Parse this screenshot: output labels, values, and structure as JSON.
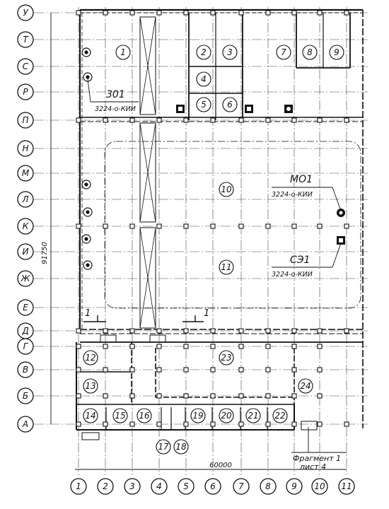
{
  "rows": [
    "У",
    "Т",
    "С",
    "Р",
    "П",
    "Н",
    "М",
    "Л",
    "К",
    "И",
    "Ж",
    "Е",
    "Д",
    "Г",
    "В",
    "Б",
    "А"
  ],
  "cols": [
    "1",
    "2",
    "3",
    "4",
    "5",
    "6",
    "7",
    "8",
    "9",
    "10",
    "11"
  ],
  "rooms": [
    "1",
    "2",
    "3",
    "4",
    "5",
    "6",
    "7",
    "8",
    "9",
    "10",
    "11",
    "12",
    "13",
    "14",
    "15",
    "16",
    "17",
    "18",
    "19",
    "20",
    "21",
    "22",
    "23",
    "24"
  ],
  "equipment": [
    {
      "code": "301",
      "type": "3224-о-КИИ"
    },
    {
      "code": "МО1",
      "type": "3224-о-КИИ"
    },
    {
      "code": "СЭ1",
      "type": "3224-о-КИИ"
    }
  ],
  "dimensions": {
    "total_width": "60000",
    "total_height": "91750"
  },
  "section_mark": "1",
  "fragment_note": {
    "line1": "Фрагмент 1",
    "line2": "лист 4"
  }
}
